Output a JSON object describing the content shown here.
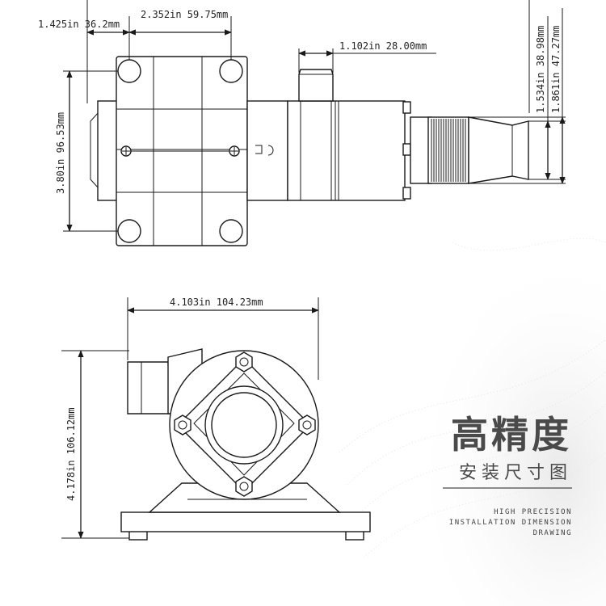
{
  "top_view": {
    "dim_mount_offset": "1.425in 36.2mm",
    "dim_width": "2.352in 59.75mm",
    "dim_port": "1.102in 28.00mm",
    "dim_height": "3.80in 96.53mm",
    "dim_outlet_small": "1.534in 38.98mm",
    "dim_outlet_large": "1.861in 47.27mm"
  },
  "front_view": {
    "dim_width": "4.103in 104.23mm",
    "dim_height": "4.178in 106.12mm"
  },
  "branding": {
    "title_cn": "高精度",
    "subtitle_cn": "安装尺寸图",
    "english_lines": [
      "HIGH PRECISION",
      "INSTALLATION DIMENSION",
      "DRAWING"
    ]
  }
}
